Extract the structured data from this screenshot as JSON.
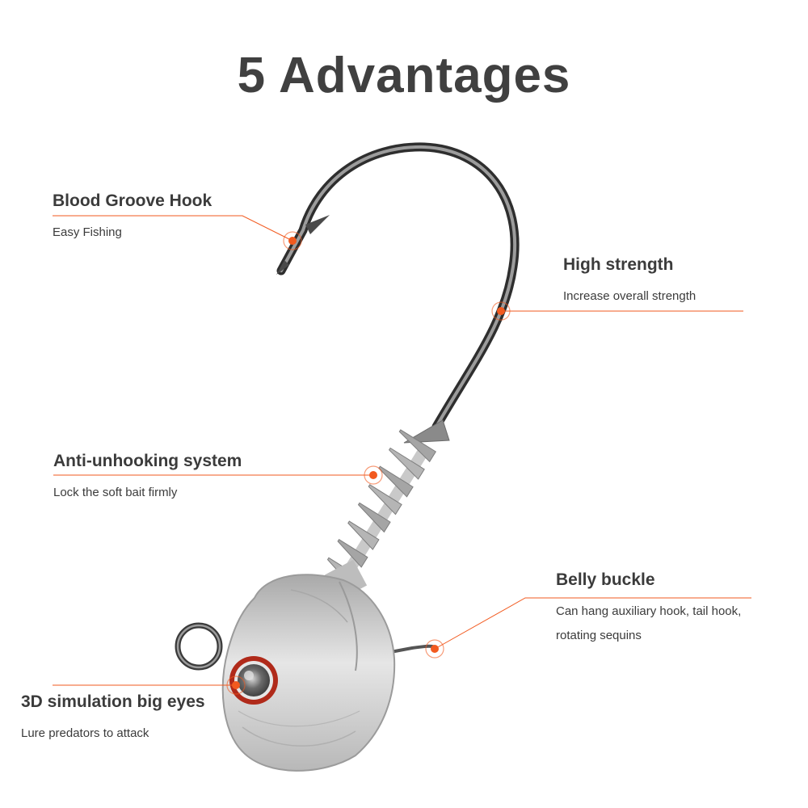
{
  "title": "5 Advantages",
  "accent_color": "#f25a1f",
  "features": [
    {
      "title": "Blood Groove Hook",
      "desc": [
        "Easy Fishing"
      ]
    },
    {
      "title": "High strength",
      "desc": [
        "Increase overall strength"
      ]
    },
    {
      "title": "Anti-unhooking system",
      "desc": [
        "Lock the soft bait firmly"
      ]
    },
    {
      "title": "Belly buckle",
      "desc": [
        "Can hang auxiliary hook, tail hook,",
        "rotating sequins"
      ]
    },
    {
      "title": "3D simulation big eyes",
      "desc": [
        "Lure predators to attack"
      ]
    }
  ]
}
